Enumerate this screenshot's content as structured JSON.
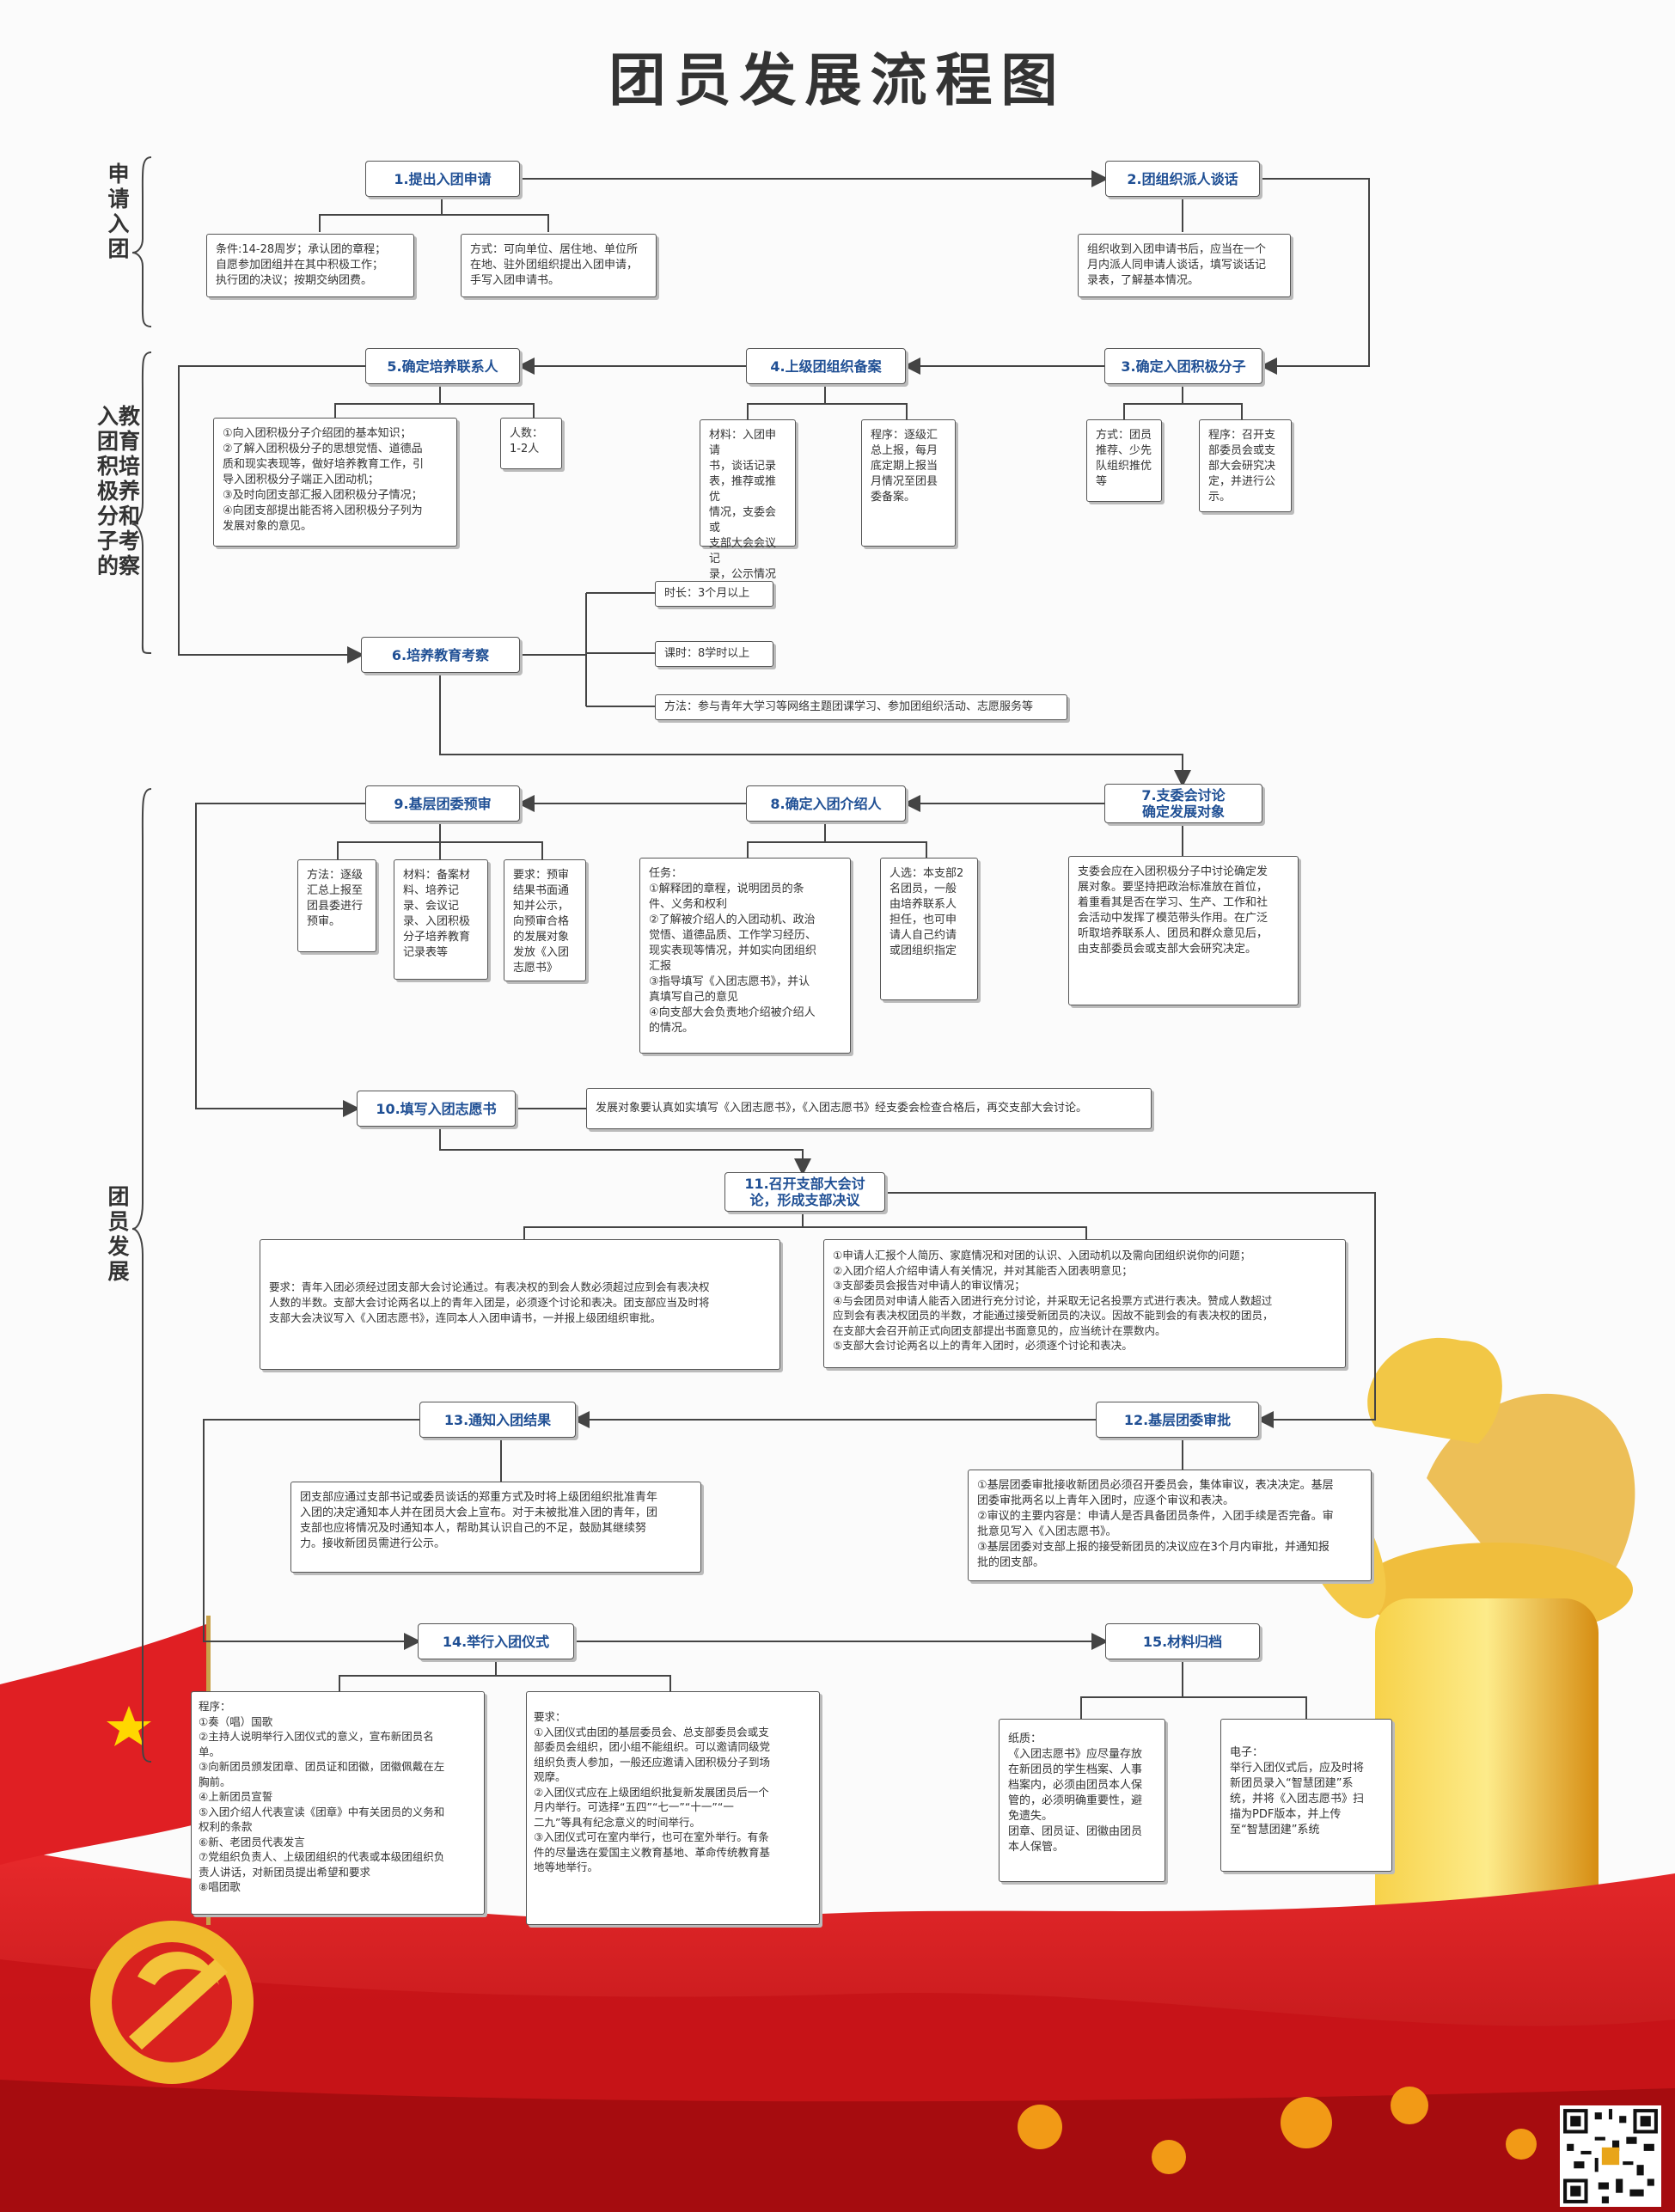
{
  "title": "团员发展流程图",
  "stages": {
    "apply": "申\n请\n入\n团",
    "educate": "入教\n团育\n积培\n极养\n分和\n子考\n的察",
    "develop": "团\n员\n发\n展"
  },
  "nodes": {
    "n1": "1.提出入团申请",
    "n2": "2.团组织派人谈话",
    "n3": "3.确定入团积极分子",
    "n4": "4.上级团组织备案",
    "n5": "5.确定培养联系人",
    "n6": "6.培养教育考察",
    "n7": "7.支委会讨论\n确定发展对象",
    "n8": "8.确定入团介绍人",
    "n9": "9.基层团委预审",
    "n10": "10.填写入团志愿书",
    "n11": "11.召开支部大会讨\n论，形成支部决议",
    "n12": "12.基层团委审批",
    "n13": "13.通知入团结果",
    "n14": "14.举行入团仪式",
    "n15": "15.材料归档"
  },
  "boxes": {
    "b1a": "条件:14-28周岁；承认团的章程；\n自愿参加团组并在其中积极工作；\n执行团的决议；按期交纳团费。",
    "b1b": "方式：可向单位、居住地、单位所\n在地、驻外团组织提出入团申请，\n手写入团申请书。",
    "b2": "组织收到入团申请书后，应当在一个\n月内派人同申请人谈话，填写谈话记\n录表，了解基本情况。",
    "b3a": "方式：团员\n推荐、少先\n队组织推优\n等",
    "b3b": "程序：召开支\n部委员会或支\n部大会研究决\n定，并进行公\n示。",
    "b4a": "材料：入团申请\n书，谈话记录\n表，推荐或推优\n情况，支委会或\n支部大会会议记\n录，公示情况说\n明。",
    "b4b": "程序：逐级汇\n总上报，每月\n底定期上报当\n月情况至团县\n委备案。",
    "b5a": "①向入团积极分子介绍团的基本知识；\n②了解入团积极分子的思想觉悟、道德品\n质和现实表现等，做好培养教育工作，引\n导入团积极分子端正入团动机；\n③及时向团支部汇报入团积极分子情况；\n④向团支部提出能否将入团积极分子列为\n发展对象的意见。",
    "b5b": "人数：\n1-2人",
    "b6a": "时长：3个月以上",
    "b6b": "课时：8学时以上",
    "b6c": "方法：参与青年大学习等网络主题团课学习、参加团组织活动、志愿服务等",
    "b7": "支委会应在入团积极分子中讨论确定发\n展对象。要坚持把政治标准放在首位，\n着重看其是否在学习、生产、工作和社\n会活动中发挥了模范带头作用。在广泛\n听取培养联系人、团员和群众意见后，\n由支部委员会或支部大会研究决定。",
    "b8a": "任务：\n①解释团的章程，说明团员的条\n件、义务和权利\n②了解被介绍人的入团动机、政治\n觉悟、道德品质、工作学习经历、\n现实表现等情况，并如实向团组织\n汇报\n③指导填写《入团志愿书》，并认\n真填写自己的意见\n④向支部大会负责地介绍被介绍人\n的情况。",
    "b8b": "人选：本支部2\n名团员，一般\n由培养联系人\n担任，也可申\n请人自己约请\n或团组织指定",
    "b9a": "方法：逐级\n汇总上报至\n团县委进行\n预审。",
    "b9b": "材料：备案材\n料、培养记\n录、会议记\n录、入团积极\n分子培养教育\n记录表等",
    "b9c": "要求：预审\n结果书面通\n知并公示，\n向预审合格\n的发展对象\n发放《入团\n志愿书》",
    "b10": "发展对象要认真如实填写《入团志愿书》，《入团志愿书》经支委会检查合格后，再交支部大会讨论。",
    "b11a": "要求：青年入团必须经过团支部大会讨论通过。有表决权的到会人数必须超过应到会有表决权\n人数的半数。支部大会讨论两名以上的青年入团是，必须逐个讨论和表决。团支部应当及时将\n支部大会决议写入《入团志愿书》，连同本人入团申请书，一并报上级团组织审批。",
    "b11b": "①申请人汇报个人简历、家庭情况和对团的认识、入团动机以及需向团组织说你的问题；\n②入团介绍人介绍申请人有关情况，并对其能否入团表明意见；\n③支部委员会报告对申请人的审议情况；\n④与会团员对申请人能否入团进行充分讨论，并采取无记名投票方式进行表决。赞成人数超过\n应到会有表决权团员的半数，才能通过接受新团员的决议。因故不能到会的有表决权的团员，\n在支部大会召开前正式向团支部提出书面意见的，应当统计在票数内。\n⑤支部大会讨论两名以上的青年入团时，必须逐个讨论和表决。",
    "b12": "①基层团委审批接收新团员必须召开委员会，集体审议，表决决定。基层\n团委审批两名以上青年入团时，应逐个审议和表决。\n②审议的主要内容是：申请人是否具备团员条件，入团手续是否完备。审\n批意见写入《入团志愿书》。\n③基层团委对支部上报的接受新团员的决议应在3个月内审批，并通知报\n批的团支部。",
    "b13": "团支部应通过支部书记或委员谈话的郑重方式及时将上级团组织批准青年\n入团的决定通知本人并在团员大会上宣布。对于未被批准入团的青年，团\n支部也应将情况及时通知本人，帮助其认识自己的不足，鼓励其继续努\n力。接收新团员需进行公示。",
    "b14a": "程序：\n①奏（唱）国歌\n②主持人说明举行入团仪式的意义，宣布新团员名\n单。\n③向新团员颁发团章、团员证和团徽，团徽佩戴在左\n胸前。\n④上新团员宣誓\n⑤入团介绍人代表宣读《团章》中有关团员的义务和\n权利的条款\n⑥新、老团员代表发言\n⑦党组织负责人、上级团组织的代表或本级团组织负\n责人讲话，对新团员提出希望和要求\n⑧唱团歌",
    "b14b": "要求：\n①入团仪式由团的基层委员会、总支部委员会或支\n部委员会组织，团小组不能组织。可以邀请同级党\n组织负责人参加，一般还应邀请入团积极分子到场\n观摩。\n②入团仪式应在上级团组织批复新发展团员后一个\n月内举行。可选择“五四”“七一”“十一”“一\n二九”等具有纪念意义的时间举行。\n③入团仪式可在室内举行，也可在室外举行。有条\n件的尽量选在爱国主义教育基地、革命传统教育基\n地等地举行。",
    "b15a": "纸质：\n《入团志愿书》应尽量存放\n在新团员的学生档案、人事\n档案内，必须由团员本人保\n管的，必须明确重要性，避\n免遗失。\n团章、团员证、团徽由团员\n本人保管。",
    "b15b": "电子：\n举行入团仪式后，应及时将\n新团员录入“智慧团建”系\n统，并将《入团志愿书》扫\n描为PDF版本，并上传\n至“智慧团建”系统"
  },
  "colors": {
    "node_text": "#1f4f94",
    "line": "#444444",
    "ribbon_red": "#d7191d",
    "gold": "#e8a51a"
  },
  "icons": [
    "flag-icon",
    "party-emblem-icon",
    "huabiao-pillar-icon",
    "chrysanthemum-icon",
    "qr-code-icon"
  ]
}
